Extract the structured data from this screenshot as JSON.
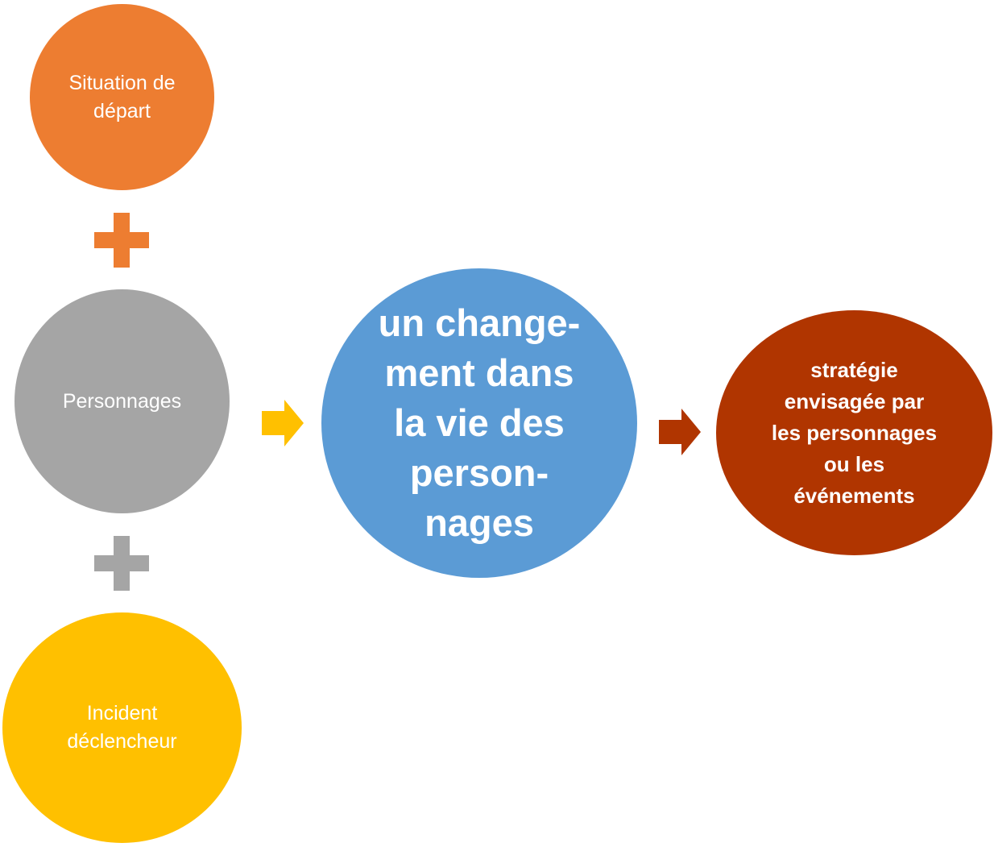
{
  "nodes": {
    "situation": "Situation de\ndépart",
    "personnages": "Personnages",
    "incident": "Incident\ndéclencheur",
    "changement": "un change-\nment dans\nla vie des\nperson-\nnages",
    "strategie": "stratégie\nenvisagée par\nles personnages\nou les\névénements"
  },
  "colors": {
    "situation": "#ED7D31",
    "personnages": "#A5A5A5",
    "incident": "#FFC000",
    "changement": "#5B9BD5",
    "strategie": "#B03500",
    "arrow_1": "#FFC000",
    "arrow_2": "#B03500"
  },
  "icons": {
    "plus_top": "plus-icon",
    "plus_bottom": "plus-icon",
    "arrow_1": "arrow-right-icon",
    "arrow_2": "arrow-right-icon"
  }
}
